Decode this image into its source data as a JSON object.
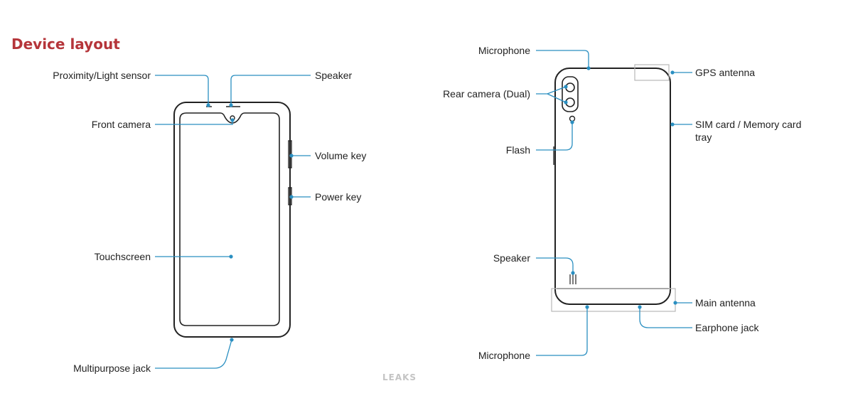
{
  "title": "Device layout",
  "colors": {
    "title": "#b5353a",
    "leader": "#2a8fc1",
    "outline": "#222222"
  },
  "front": {
    "proximity_sensor": "Proximity/Light sensor",
    "speaker": "Speaker",
    "front_camera": "Front camera",
    "volume_key": "Volume key",
    "power_key": "Power key",
    "touchscreen": "Touchscreen",
    "multipurpose_jack": "Multipurpose jack"
  },
  "back": {
    "microphone_top": "Microphone",
    "gps_antenna": "GPS antenna",
    "rear_camera": "Rear camera (Dual)",
    "sim_tray": "SIM card / Memory card tray",
    "flash": "Flash",
    "speaker": "Speaker",
    "main_antenna": "Main antenna",
    "earphone_jack": "Earphone jack",
    "microphone_bottom": "Microphone"
  },
  "watermark": "LEAKS"
}
